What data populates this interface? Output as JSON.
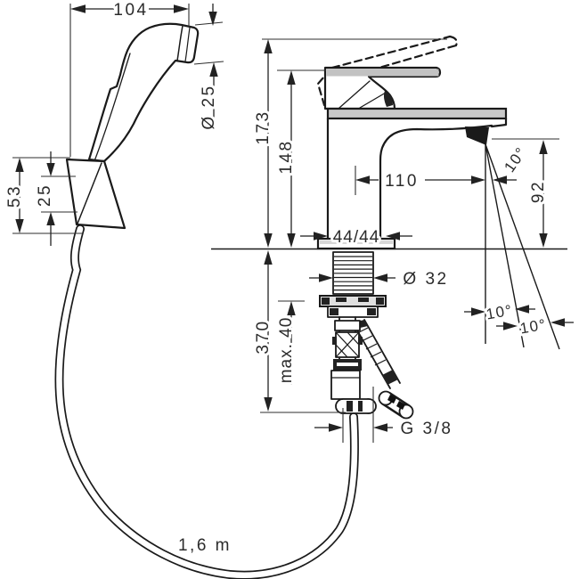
{
  "drawing": {
    "kind": "faucet installation technical drawing",
    "colors": {
      "line": "#1a1a1a",
      "metal_band": "#c8c8c8",
      "text": "#2b2b2b",
      "background": "#ffffff"
    },
    "labels": {
      "head_width": "104",
      "head_diameter": "Ø 25",
      "holder_height": "53",
      "holder_inner": "25",
      "total_height": "173",
      "handle_height": "148",
      "spout_reach": "110",
      "outlet_height": "92",
      "angle_spray": "10°",
      "angle_left": "10°",
      "angle_right": "10°",
      "base_footprint": "44/44",
      "shank_diameter": "Ø 32",
      "below_deck_length": "370",
      "max_deck_thickness": "max. 40",
      "thread_size": "G 3/8",
      "hose_length": "1,6 m"
    }
  }
}
